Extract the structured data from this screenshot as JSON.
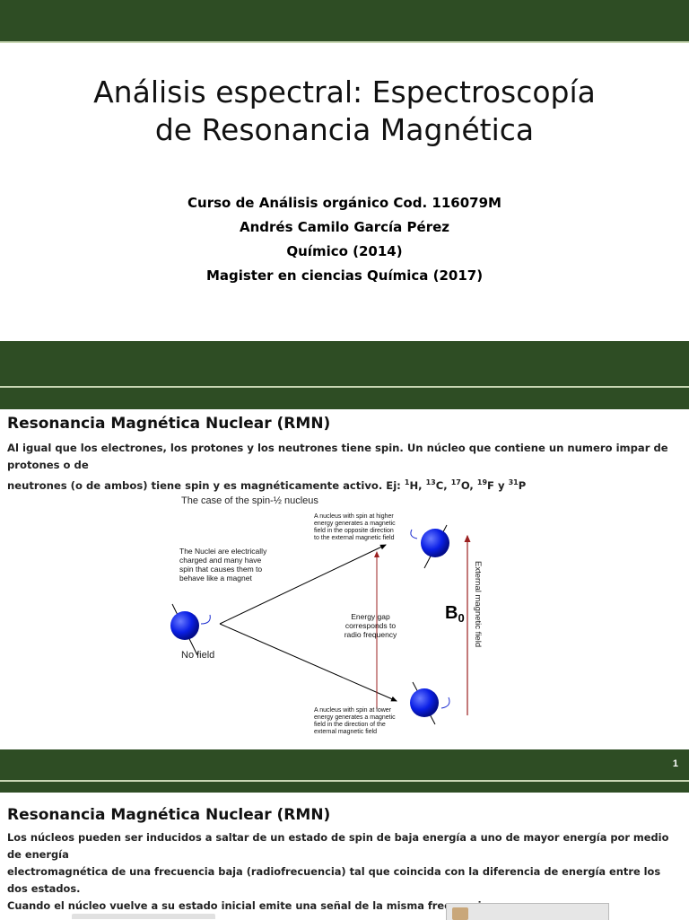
{
  "slide1": {
    "title_line1": "Análisis espectral: Espectroscopía",
    "title_line2": "de Resonancia Magnética",
    "subtitle_lines": [
      "Curso de Análisis orgánico Cod. 116079M",
      "Andrés Camilo García Pérez",
      "Químico (2014)",
      "Magister en ciencias Química (2017)"
    ]
  },
  "slide2": {
    "heading": "Resonancia Magnética Nuclear (RMN)",
    "body_line1": "Al igual que los electrones, los protones y los neutrones tiene spin. Un núcleo que contiene un numero impar de protones  o de",
    "body_line2_prefix": "neutrones (o de ambos) tiene spin y es magnéticamente activo. Ej: ",
    "isotopes": [
      {
        "mass": "1",
        "symbol": "H",
        "sep": ", "
      },
      {
        "mass": "13",
        "symbol": "C",
        "sep": ", "
      },
      {
        "mass": "17",
        "symbol": "O",
        "sep": ", "
      },
      {
        "mass": "19",
        "symbol": "F",
        "sep": " y "
      },
      {
        "mass": "31",
        "symbol": "P",
        "sep": ""
      }
    ],
    "diagram": {
      "title": "The case of the spin-½ nucleus",
      "nuclei_desc": [
        "The Nuclei are electrically",
        "charged and many have",
        "spin that causes them to",
        "behave like a magnet"
      ],
      "no_field": "No field",
      "higher_desc": [
        "A nucleus with spin at higher",
        "energy generates a magnetic",
        "field in the opposite direction",
        "to the external magnetic field"
      ],
      "lower_desc": [
        "A nucleus with spin at lower",
        "energy generates a magnetic",
        "field in the direction of the",
        "external magnetic field"
      ],
      "energy_gap": [
        "Energy gap",
        "corresponds to",
        "radio frequency"
      ],
      "b0_letter": "B",
      "b0_sub": "0",
      "external_field": "External magnetic field"
    },
    "page_number": "1"
  },
  "slide3": {
    "heading": "Resonancia Magnética Nuclear (RMN)",
    "body_lines": [
      "Los núcleos pueden ser inducidos a saltar de un estado de spin de baja energía a uno de mayor energía por medio de energía",
      "electromagnética de una frecuencia baja (radiofrecuencia) tal que coincida con la diferencia de energía entre los dos estados.",
      "Cuando el núcleo vuelve a su estado inicial emite una señal de la misma frecuencia."
    ]
  },
  "colors": {
    "band": "#2e4d24",
    "band_line": "#c9d7b4",
    "sphere": "#0a1fe6",
    "arrow": "#9b2020"
  }
}
